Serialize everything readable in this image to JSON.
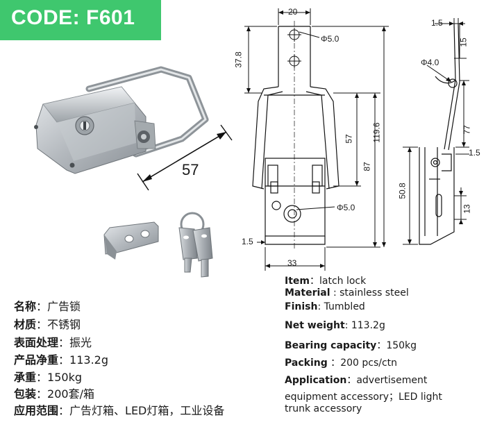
{
  "code_badge": "CODE: F601",
  "photo": {
    "dimension_label": "57"
  },
  "front_drawing": {
    "top_width": "20",
    "top_hole": "Φ5.0",
    "left_dim_upper": "37.8",
    "mid_dim": "57",
    "inner_dim": "87",
    "total_height": "119.6",
    "lower_hole": "Φ5.0",
    "thickness": "1.5",
    "bottom_width": "33"
  },
  "side_drawing": {
    "top_thickness": "1.5",
    "top_offset": "15",
    "hook_hole": "Φ4.0",
    "hook_length": "77",
    "plate_thickness": "1.5",
    "plate_height": "50.8",
    "slot_height": "13"
  },
  "spec_cn": [
    {
      "label": "名称",
      "sep": "：",
      "value": "广告锁"
    },
    {
      "label": "材质",
      "sep": "：",
      "value": "不锈钢"
    },
    {
      "label": "表面处理",
      "sep": "：",
      "value": "振光"
    },
    {
      "label": "产品净重",
      "sep": "：",
      "value": "113.2g"
    },
    {
      "label": "承重",
      "sep": "：",
      "value": "150kg"
    },
    {
      "label": "包装",
      "sep": "：",
      "value": "200套/箱"
    },
    {
      "label": "应用范围",
      "sep": "：",
      "value": "广告灯箱、LED灯箱，工业设备"
    }
  ],
  "spec_en": [
    {
      "label": "Item",
      "sep": "：",
      "value": "latch lock"
    },
    {
      "label": "Material",
      "sep": " : ",
      "value": "stainless steel"
    },
    {
      "label": "Finish",
      "sep": ": ",
      "value": "Tumbled"
    },
    {
      "label": "Net weight",
      "sep": ": ",
      "value": "113.2g"
    },
    {
      "label": "Bearing capacity",
      "sep": "：",
      "value": "150kg"
    },
    {
      "label": "Packing",
      "sep": " ：",
      "value": "200 pcs/ctn"
    },
    {
      "label": "Application",
      "sep": "：",
      "value": "advertisement"
    }
  ],
  "spec_en_continuation": [
    "equipment accessory；LED light",
    "trunk accessory"
  ]
}
